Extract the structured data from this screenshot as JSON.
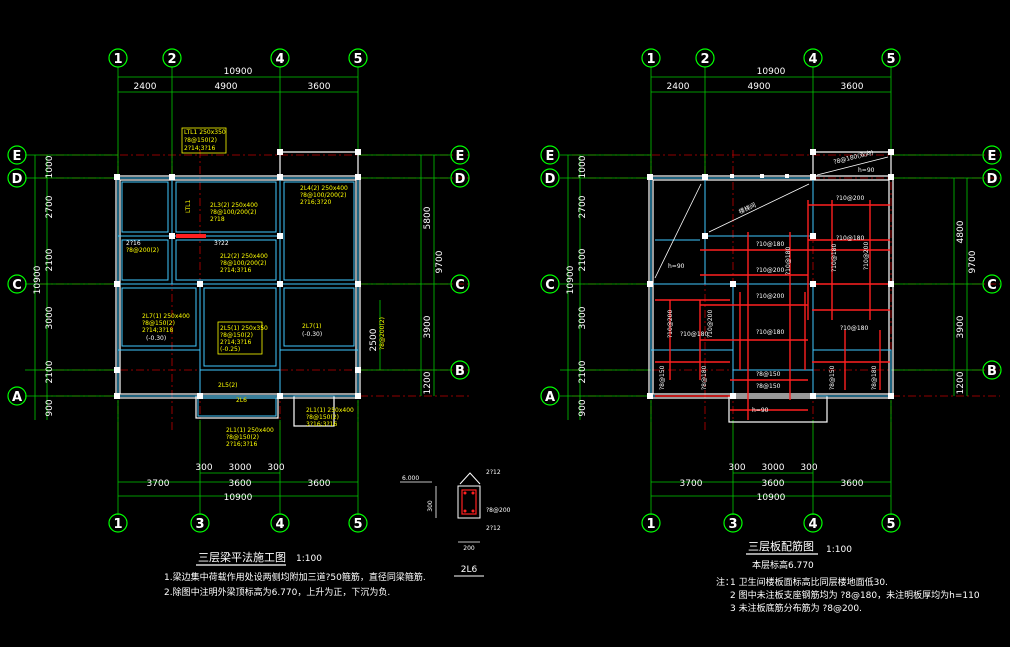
{
  "drawing_left": {
    "axes_top": [
      "1",
      "2",
      "4",
      "5"
    ],
    "axes_bottom": [
      "1",
      "3",
      "4",
      "5"
    ],
    "axes_rows": [
      "E",
      "D",
      "C",
      "B",
      "A"
    ],
    "dim_top_total": "10900",
    "dim_top": [
      "2400",
      "4900",
      "3600"
    ],
    "dim_bottom_small": [
      "300",
      "3000",
      "300"
    ],
    "dim_bottom": [
      "3700",
      "3600",
      "3600"
    ],
    "dim_bottom_total": "10900",
    "dim_left": [
      "1000",
      "2700",
      "2100",
      "3000",
      "2100",
      "900"
    ],
    "dim_left_total": "10900",
    "dim_right": [
      "5800",
      "9700",
      "2500",
      "3900",
      "1200"
    ],
    "labels": {
      "l1": "LTL1 250x350",
      "l1b": "?8@150(2)",
      "l1c": "2?14;3?16",
      "l2": "2L3(2) 250x400",
      "l2b": "?8@100/200(2)",
      "l2c": "2?18",
      "l3": "2L4(2) 250x400",
      "l3b": "?8@100/200(2)",
      "l3c": "2?16;3?20",
      "l4": "3?22",
      "l5": "2L2(2) 250x400",
      "l5b": "?8@100/200(2)",
      "l5c": "2?14;3?16",
      "l6": "2?16",
      "l6b": "?8@200(2)",
      "l7": "2L7(1) 250x400",
      "l7b": "?8@150(2)",
      "l7c": "2?14;3?18",
      "l7d": "(-0.30)",
      "l8": "2L5(1) 250x350",
      "l8b": "?8@150(2)",
      "l8c": "2?14;3?16",
      "l8d": "(-0.25)",
      "l9": "2L7(1)",
      "l9b": "(-0.30)",
      "l10": "2L5(2)",
      "l11": "2L1(1) 250x400",
      "l11b": "?8@150(2)",
      "l11c": "2?16;3?16",
      "l12": "2L1(1) 250x400",
      "l12b": "?8@150(2)",
      "l12c": "3?16;3?16",
      "l13": "?8@200(2)",
      "l14": "2L6",
      "l15": "LTL1"
    },
    "title": "三层梁平法施工图",
    "scale": "1:100",
    "note1": "1.梁边集中荷载作用处设两侧均附加三道?50箍筋，直径同梁箍筋.",
    "note2": "2.除图中注明外梁顶标高为6.770，上升为正，下沉为负."
  },
  "section_detail": {
    "elev": "6.000",
    "top_bar": "2?12",
    "stirrup": "?8@200",
    "bottom_bar": "2?12",
    "height": "300",
    "width": "200",
    "name": "2L6"
  },
  "drawing_right": {
    "axes_top": [
      "1",
      "2",
      "4",
      "5"
    ],
    "axes_bottom": [
      "1",
      "3",
      "4",
      "5"
    ],
    "axes_rows": [
      "E",
      "D",
      "C",
      "B",
      "A"
    ],
    "dim_top_total": "10900",
    "dim_top": [
      "2400",
      "4900",
      "3600"
    ],
    "dim_bottom_small": [
      "300",
      "3000",
      "300"
    ],
    "dim_bottom": [
      "3700",
      "3600",
      "3600"
    ],
    "dim_bottom_total": "10900",
    "dim_left": [
      "1000",
      "2700",
      "2100",
      "3000",
      "2100",
      "900"
    ],
    "dim_left_total": "10900",
    "dim_right": [
      "4800",
      "9700",
      "3900",
      "1200"
    ],
    "labels": {
      "h1": "h=90",
      "h2": "h=90",
      "h3": "h=90",
      "stair": "楼梯间",
      "r1": "?10@200",
      "r2": "?10@180",
      "r3": "?10@200",
      "r4": "?10@180",
      "r5": "?10@180",
      "r6": "?10@200",
      "r7": "?10@200",
      "r8": "?10@180",
      "r9": "?10@180",
      "r10": "?8@150",
      "r11": "?8@180",
      "r12": "?8@150",
      "r13": "?8@180",
      "r14": "?10@180",
      "r15": "?10@200",
      "r16": "?8@150",
      "r17": "?8@150",
      "r18": "?10@180",
      "r19": "?10@200",
      "top": "?8@180(双向)"
    },
    "title": "三层板配筋图",
    "scale": "1:100",
    "level": "本层标高6.770",
    "note_head": "注：",
    "note1": "1 卫生间楼板面标高比同层楼地面低30.",
    "note2": "2 图中未注板支座钢筋均为 ?8@180，未注明板厚均为h=110",
    "note3": "3 未注板底筋分布筋为 ?8@200."
  },
  "colors": {
    "axis_green": "#00ff00",
    "dim_green": "#00c800",
    "wall_white": "#ffffff",
    "beam_cyan": "#3fc8ff",
    "rebar_red": "#ff2020",
    "label_yellow": "#ffff00",
    "center_red": "#c00000"
  }
}
